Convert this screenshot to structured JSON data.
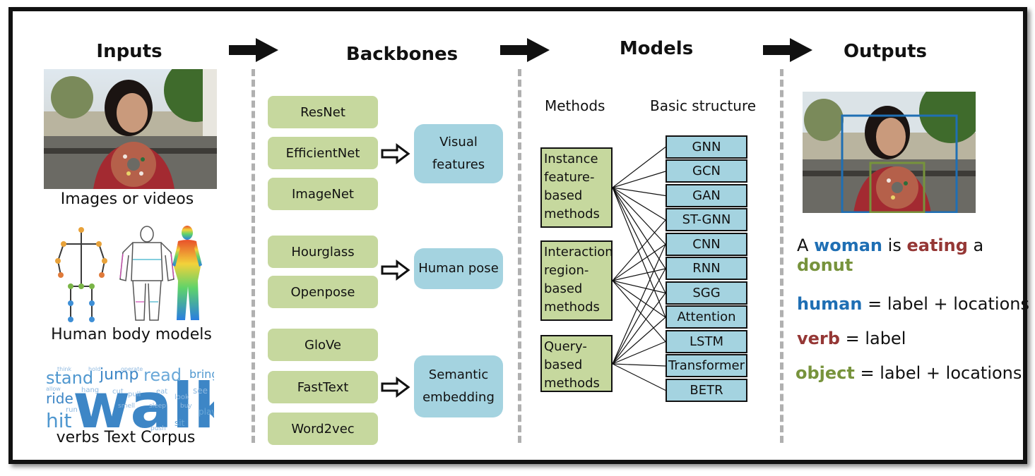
{
  "stages": {
    "inputs": "Inputs",
    "backbones": "Backbones",
    "models": "Models",
    "outputs": "Outputs"
  },
  "inputs": {
    "images_caption": "Images or videos",
    "body_caption": "Human body models",
    "corpus_caption": "verbs Text Corpus",
    "wordcloud_words": [
      "stand",
      "jump",
      "read",
      "bring",
      "walk",
      "ride",
      "hit",
      "see",
      "look",
      "sit",
      "pull",
      "hang",
      "play",
      "run",
      "eat",
      "cut",
      "hold",
      "buy",
      "sleep",
      "smell",
      "push",
      "allow",
      "think",
      "operate"
    ]
  },
  "backbones": {
    "visual_group": [
      "ResNet",
      "EfficientNet",
      "ImageNet"
    ],
    "visual_target": "Visual features",
    "pose_group": [
      "Hourglass",
      "Openpose"
    ],
    "pose_target": "Human pose",
    "semantic_group": [
      "GloVe",
      "FastText",
      "Word2vec"
    ],
    "semantic_target": "Semantic embedding"
  },
  "models": {
    "methods_header": "Methods",
    "structure_header": "Basic structure",
    "methods": [
      "Instance feature-based methods",
      "Interaction region-based methods",
      "Query-based methods"
    ],
    "structures": [
      "GNN",
      "GCN",
      "GAN",
      "ST-GNN",
      "CNN",
      "RNN",
      "SGG",
      "Attention",
      "LSTM",
      "Transformer",
      "BETR"
    ],
    "links": [
      [
        0,
        0
      ],
      [
        0,
        1
      ],
      [
        0,
        2
      ],
      [
        0,
        3
      ],
      [
        0,
        4
      ],
      [
        0,
        5
      ],
      [
        0,
        6
      ],
      [
        0,
        7
      ],
      [
        1,
        3
      ],
      [
        1,
        4
      ],
      [
        1,
        5
      ],
      [
        1,
        6
      ],
      [
        1,
        7
      ],
      [
        1,
        8
      ],
      [
        2,
        4
      ],
      [
        2,
        5
      ],
      [
        2,
        6
      ],
      [
        2,
        7
      ],
      [
        2,
        8
      ],
      [
        2,
        9
      ],
      [
        2,
        10
      ]
    ]
  },
  "outputs": {
    "sentence": {
      "w1": "A",
      "w2": "woman",
      "w3": "is",
      "w4": "eating",
      "w5": "a",
      "w6": "donut"
    },
    "human_key": "human",
    "human_val": "= label + locations",
    "verb_key": "verb",
    "verb_val": "= label",
    "object_key": "object",
    "object_val": "= label + locations"
  },
  "colors": {
    "green_box": "#c6d89e",
    "blue_box": "#a4d3e0",
    "human": "#1f6fb4",
    "verb": "#953735",
    "object": "#77933c"
  }
}
